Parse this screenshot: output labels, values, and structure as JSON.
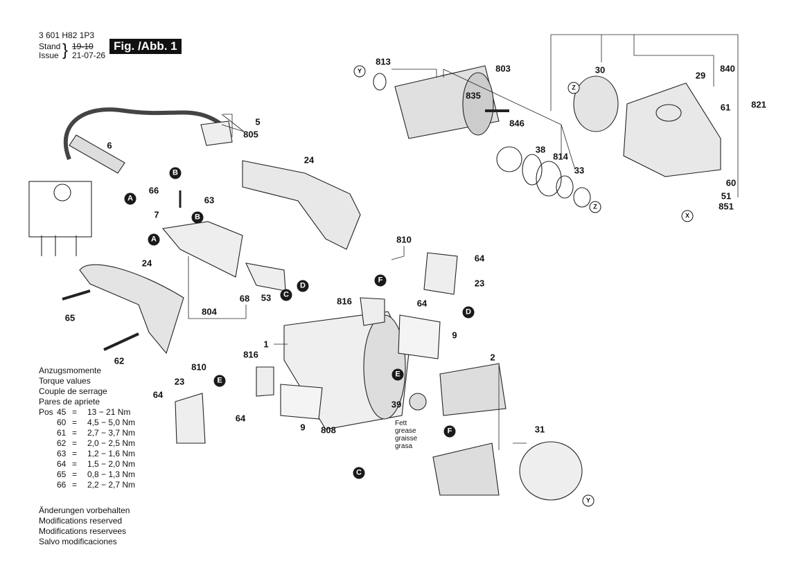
{
  "header": {
    "doc_number": "3 601 H82 1P3",
    "stand_label": "Stand",
    "issue_label": "Issue",
    "old_date": "19-10",
    "issue_date": "21-07-26",
    "figure": "Fig. /Abb. 1"
  },
  "torque": {
    "titles": [
      "Anzugsmomente",
      "Torque values",
      "Couple de serrage",
      "Pares de apriete"
    ],
    "pos_label": "Pos",
    "rows": [
      {
        "pos": "45",
        "eq": "=",
        "value": "13 − 21 Nm"
      },
      {
        "pos": "60",
        "eq": "=",
        "value": "4,5 − 5,0 Nm"
      },
      {
        "pos": "61",
        "eq": "=",
        "value": "2,7 − 3,7 Nm"
      },
      {
        "pos": "62",
        "eq": "=",
        "value": "2,0 − 2,5 Nm"
      },
      {
        "pos": "63",
        "eq": "=",
        "value": "1,2 − 1,6 Nm"
      },
      {
        "pos": "64",
        "eq": "=",
        "value": "1,5 − 2,0 Nm"
      },
      {
        "pos": "65",
        "eq": "=",
        "value": "0,8 − 1,3 Nm"
      },
      {
        "pos": "66",
        "eq": "=",
        "value": "2,2 − 2,7 Nm"
      }
    ]
  },
  "footer": [
    "Änderungen vorbehalten",
    "Modifications reserved",
    "Modifications reservees",
    "Salvo modificaciones"
  ],
  "grease": [
    "Fett",
    "grease",
    "graisse",
    "grasa"
  ],
  "parts": [
    "5",
    "805",
    "6",
    "24",
    "66",
    "63",
    "7",
    "24",
    "65",
    "62",
    "804",
    "68",
    "53",
    "810",
    "64",
    "23",
    "816",
    "64",
    "9",
    "1",
    "2",
    "816",
    "810",
    "23",
    "64",
    "64",
    "9",
    "808",
    "39",
    "31",
    "813",
    "803",
    "835",
    "846",
    "38",
    "814",
    "33",
    "30",
    "840",
    "29",
    "61",
    "821",
    "60",
    "51",
    "851"
  ],
  "markers": [
    "B",
    "B",
    "A",
    "A",
    "C",
    "D",
    "F",
    "D",
    "E",
    "E",
    "F",
    "C"
  ],
  "ref_markers": [
    "Y",
    "Y",
    "Z",
    "Z",
    "X"
  ]
}
